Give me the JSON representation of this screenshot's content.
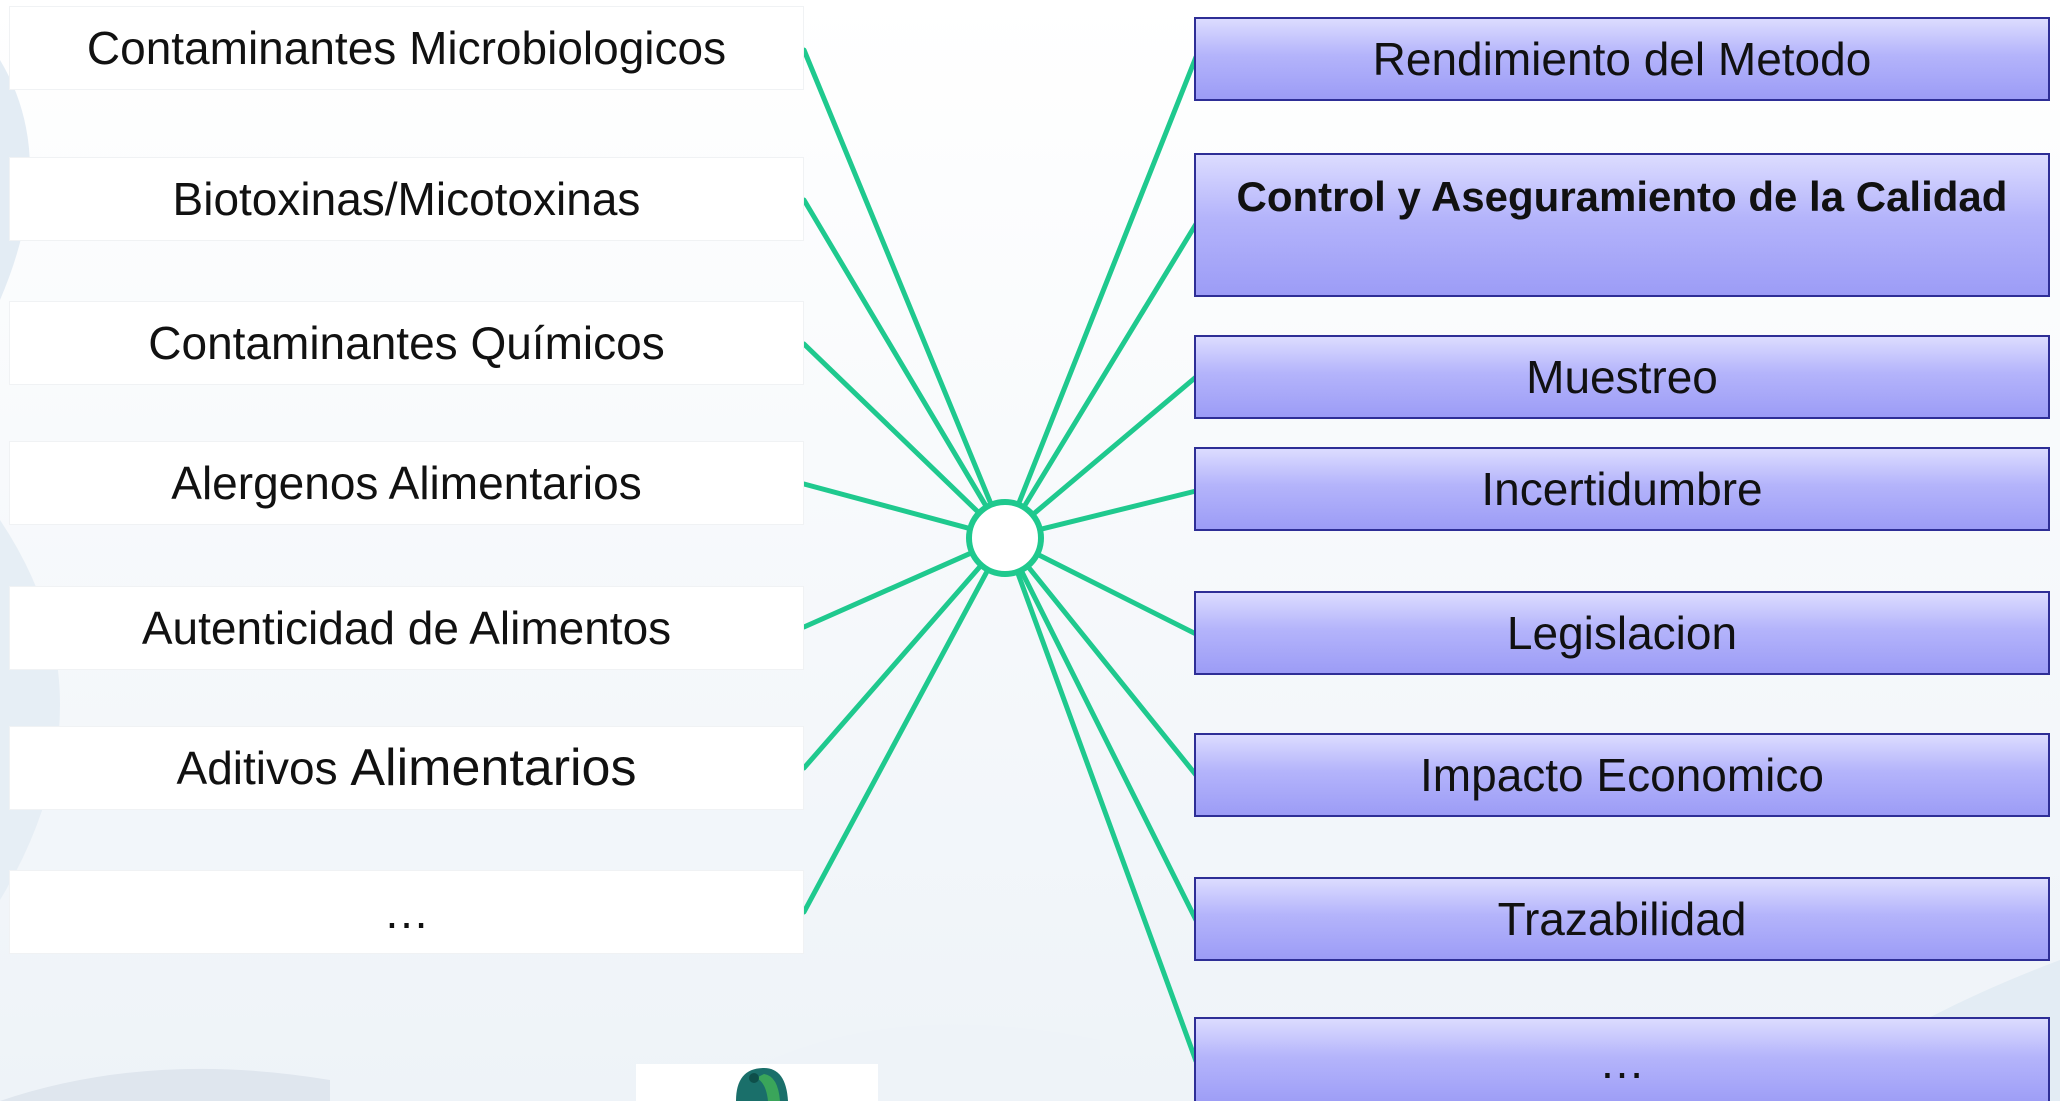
{
  "left_items": [
    {
      "text": "Contaminantes Microbiologicos"
    },
    {
      "text": "Biotoxinas/Micotoxinas"
    },
    {
      "text": "Contaminantes Químicos"
    },
    {
      "text": "Alergenos Alimentarios"
    },
    {
      "text": "Autenticidad de Alimentos"
    },
    {
      "prefix": "Aditivos ",
      "suffix": "Alimentarios"
    },
    {
      "text": "…"
    }
  ],
  "right_items": [
    {
      "text": "Rendimiento del Metodo"
    },
    {
      "text": "Control y Aseguramiento de la Calidad"
    },
    {
      "text": "Muestreo"
    },
    {
      "text": "Incertidumbre"
    },
    {
      "text": "Legislacion"
    },
    {
      "text": "Impacto Economico"
    },
    {
      "text": "Trazabilidad"
    },
    {
      "text": "…"
    }
  ],
  "colors": {
    "connector": "#1fc98e",
    "box_border": "#2e2e96",
    "box_fill_top": "#dcdcff",
    "box_fill_bottom": "#9c9cf6"
  },
  "logo": {
    "icon": "organization-logo-icon"
  }
}
